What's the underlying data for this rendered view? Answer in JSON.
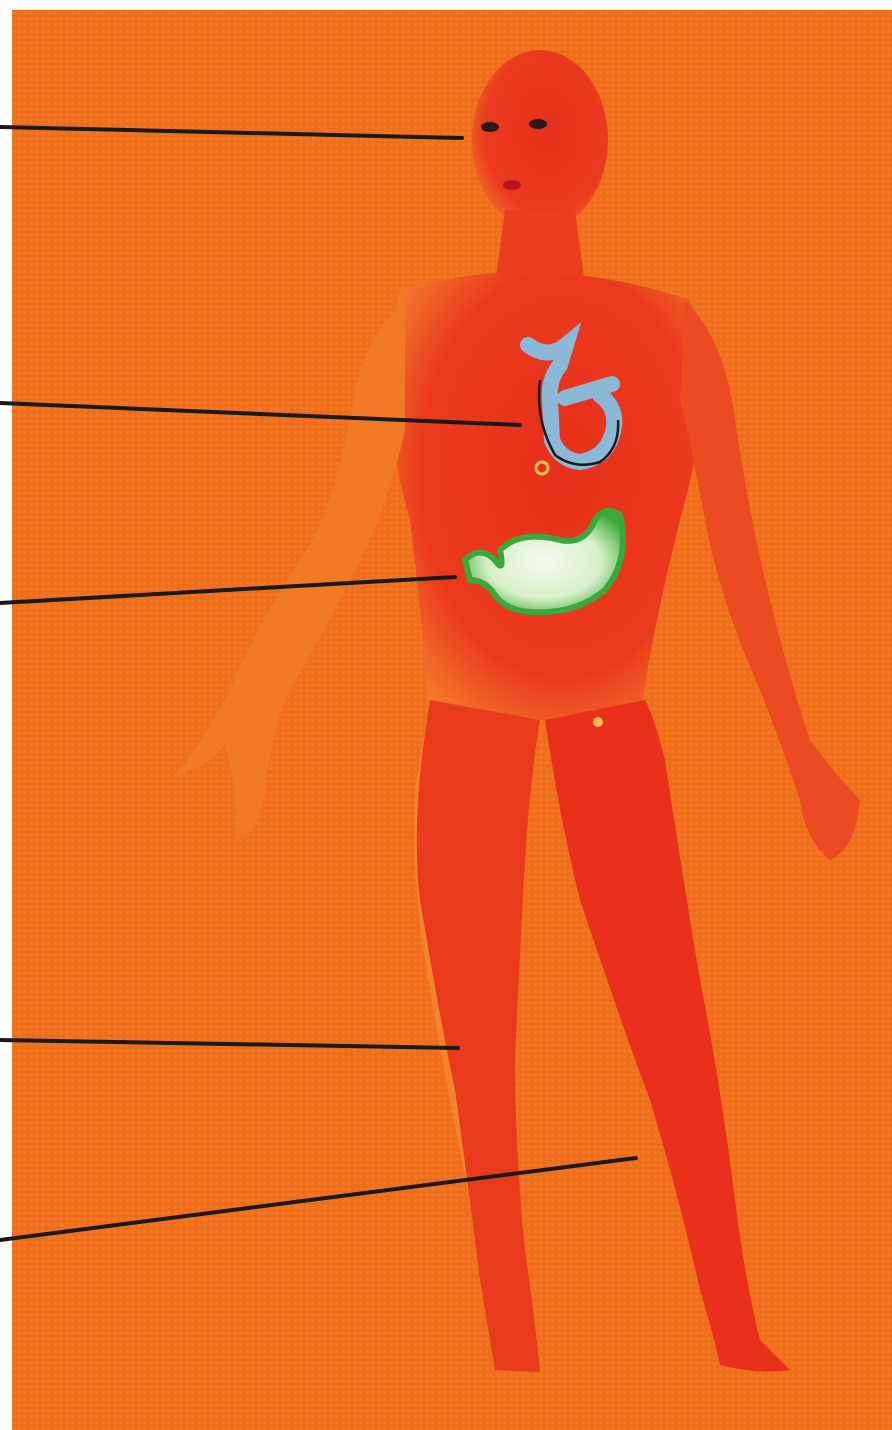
{
  "diagram": {
    "type": "anatomy-illustration",
    "subject": "human body",
    "colors": {
      "background": "#f0701e",
      "body_light": "#f58a2e",
      "body_dark": "#e8301c",
      "esophagus": "#8ab8d6",
      "stomach_fill": "#d8f0c8",
      "stomach_outline": "#3aa83a",
      "leader_line": "#1a1a1a"
    },
    "labels": [
      "",
      "",
      "",
      "",
      ""
    ],
    "callouts": [
      {
        "target": "head"
      },
      {
        "target": "esophagus"
      },
      {
        "target": "stomach"
      },
      {
        "target": "thigh"
      },
      {
        "target": "lower-leg"
      }
    ]
  }
}
